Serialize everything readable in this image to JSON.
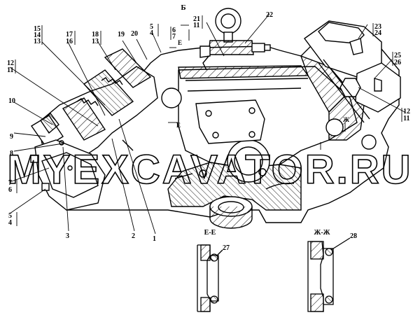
{
  "labels": {
    "top_view_mark": "Б",
    "c1": "15",
    "c2": "14",
    "c3": "13",
    "c4": "17",
    "c5": "16",
    "c6": "18",
    "c7": "13",
    "c8": "19",
    "c9": "20",
    "c10": "5",
    "c11": "4",
    "c12": "6",
    "c13": "7",
    "c14": "21",
    "c15": "11",
    "c16": "22",
    "c17": "23",
    "c18": "24",
    "c19": "25",
    "c20": "26",
    "c21": "12",
    "c22": "11",
    "c23": "10",
    "c24": "12",
    "c25": "11",
    "c26": "9",
    "c27": "8",
    "c28": "7",
    "c29": "6",
    "c30": "5",
    "c31": "4",
    "c32": "3",
    "c33": "2",
    "c34": "1",
    "section_e_mark_top": "Е",
    "section_e_mark_bottom": "Е",
    "section_zh_mark": "Ж",
    "section_e_title": "Е-Е",
    "section_zh_title": "Ж-Ж",
    "c35": "27",
    "c36": "28"
  },
  "watermark": "MYEXCAVATOR.RU"
}
